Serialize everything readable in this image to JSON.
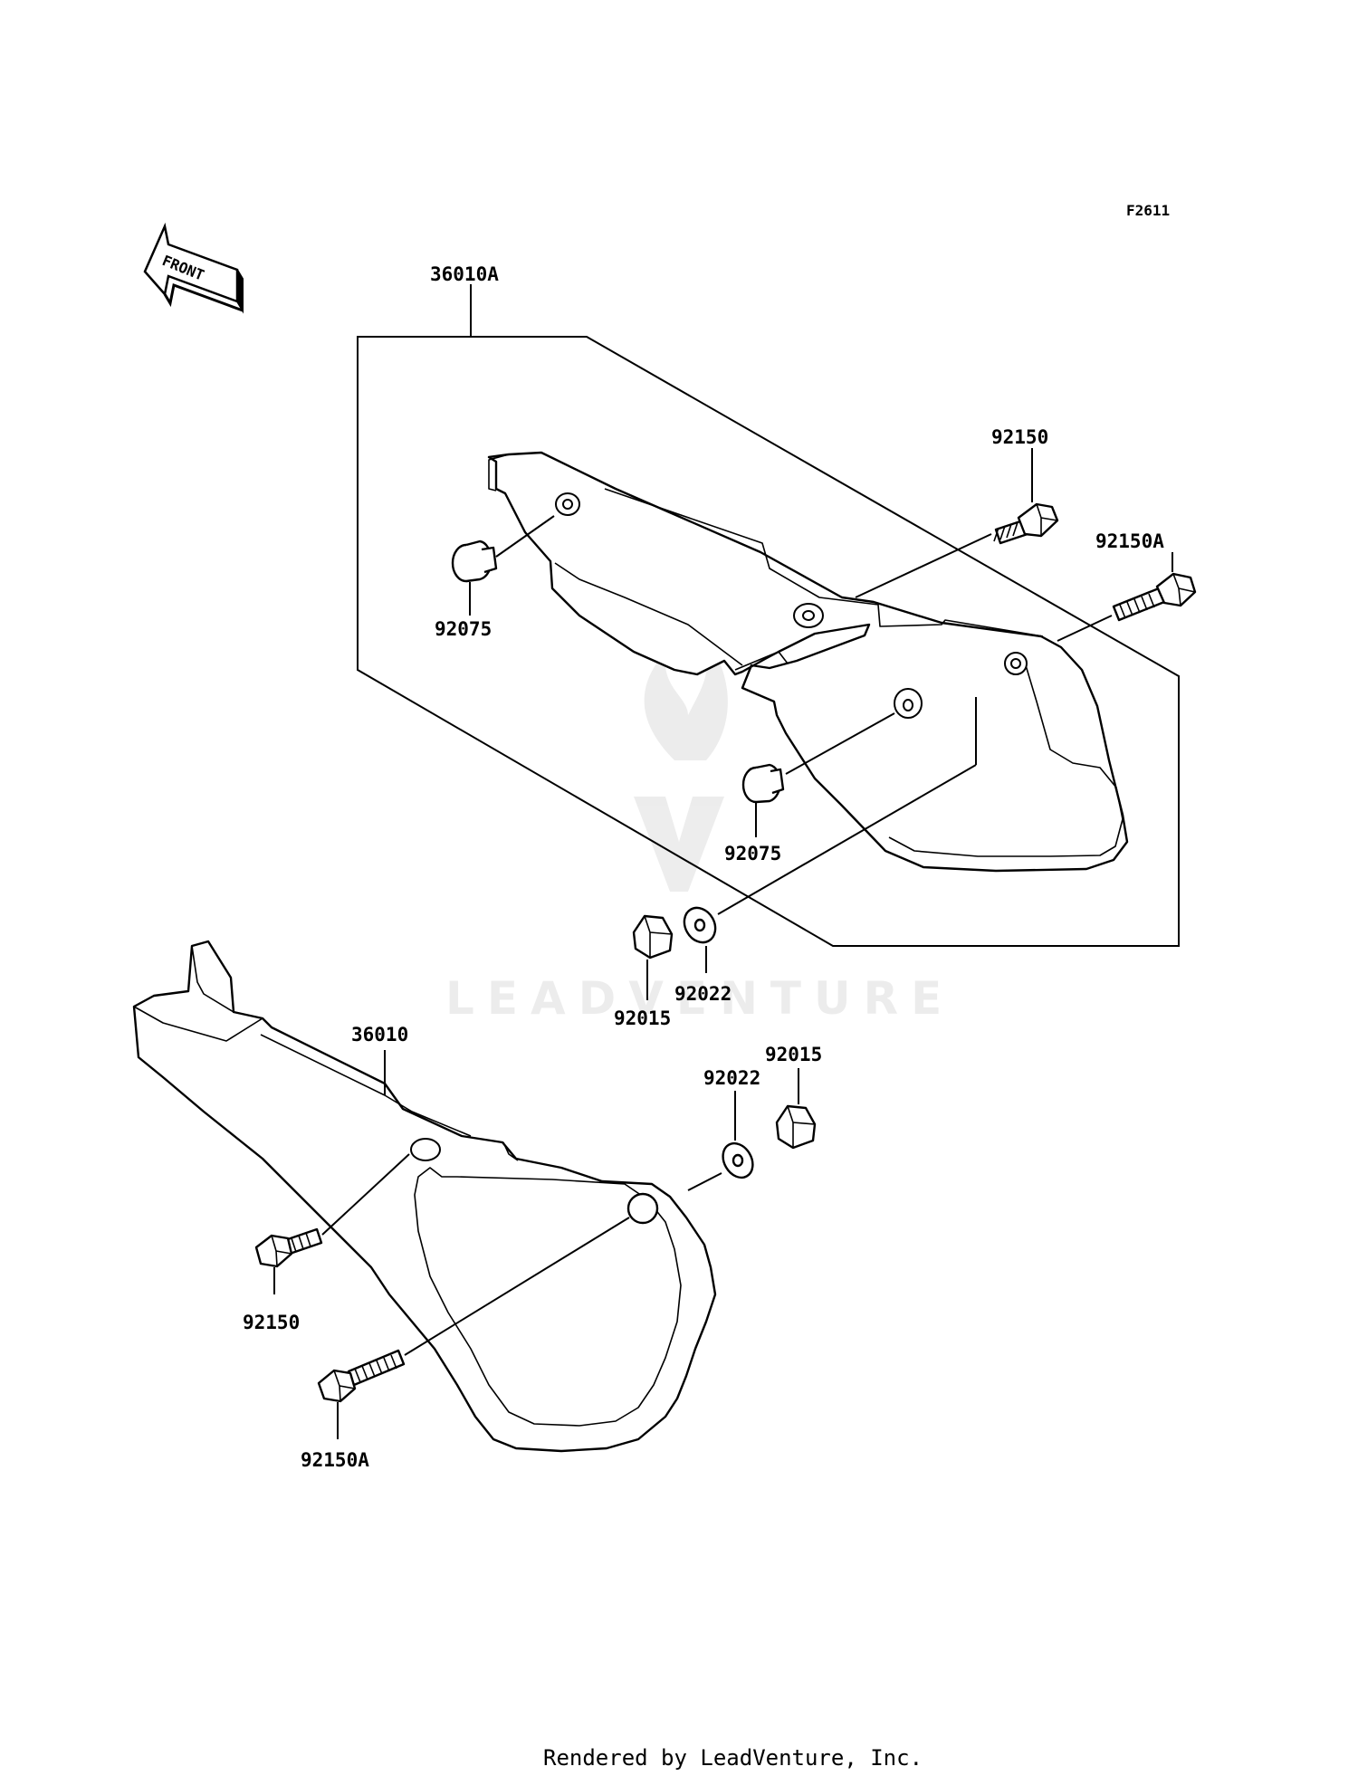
{
  "figure_code": "F2611",
  "front_arrow_label": "FRONT",
  "parts": {
    "p_36010A": "36010A",
    "p_92150_top": "92150",
    "p_92150A_top": "92150A",
    "p_92075_left": "92075",
    "p_92075_mid": "92075",
    "p_92022_mid": "92022",
    "p_92015_mid": "92015",
    "p_36010": "36010",
    "p_92022_right": "92022",
    "p_92015_right": "92015",
    "p_92150_bottom": "92150",
    "p_92150A_bottom": "92150A"
  },
  "watermark": "LEADVENTURE",
  "footer": "Rendered by LeadVenture, Inc."
}
